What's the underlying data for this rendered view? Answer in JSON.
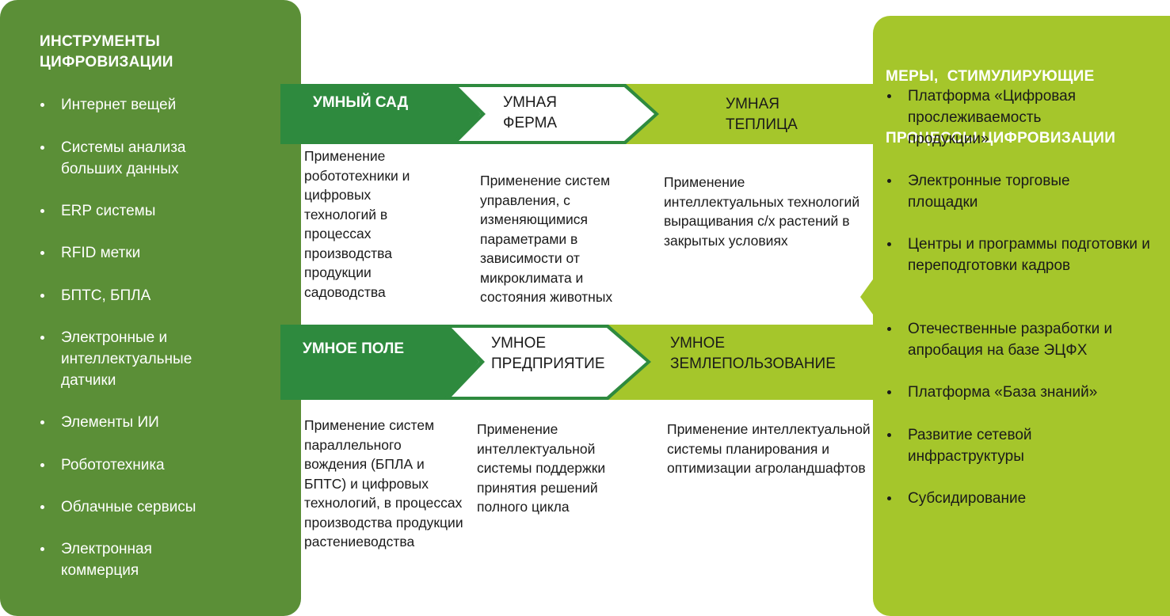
{
  "colors": {
    "dark_green": "#5b8f37",
    "mid_green": "#2e8a3e",
    "light_green": "#a5c62b",
    "white": "#ffffff"
  },
  "left_panel": {
    "title_line1": "ИНСТРУМЕНТЫ",
    "title_line2": "ЦИФРОВИЗАЦИИ",
    "items": [
      "Интернет вещей",
      "Системы анализа больших данных",
      "ERP системы",
      "RFID метки",
      "БПТС, БПЛА",
      "Электронные и интеллектуальные датчики",
      "Элементы ИИ",
      "Робототехника",
      "Облачные сервисы",
      "Электронная коммерция"
    ]
  },
  "right_panel": {
    "title_line1": "МЕРЫ,  СТИМУЛИРУЮЩИЕ",
    "title_line2": "ПРОЦЕССЫ ЦИФРОВИЗАЦИИ",
    "items": [
      "Платформа «Цифровая прослеживаемость продукции»",
      "Электронные торговые площадки",
      "Центры и программы подготовки и переподготовки кадров",
      "Отечественные разработки и апробация на базе ЭЦФХ",
      "Платформа «База знаний»",
      "Развитие сетевой инфраструктуры",
      "Субсидирование"
    ]
  },
  "row1": {
    "stage1": "УМНЫЙ САД",
    "stage2_line1": "УМНАЯ",
    "stage2_line2": "ФЕРМА",
    "stage3_line1": "УМНАЯ",
    "stage3_line2": "ТЕПЛИЦА",
    "desc1": "Применение робототехники и цифровых  технологий в процессах производства продукции садоводства",
    "desc2": "Применение систем управления, с изменяющимися параметрами в зависимости от микроклимата и состояния животных",
    "desc3": "Применение интеллектуальных технологий выращивания с/х растений в закрытых условиях"
  },
  "row2": {
    "stage1": "УМНОЕ ПОЛЕ",
    "stage2_line1": "УМНОЕ",
    "stage2_line2": "ПРЕДПРИЯТИЕ",
    "stage3_line1": "УМНОЕ",
    "stage3_line2": "ЗЕМЛЕПОЛЬЗОВАНИЕ",
    "desc1": "Применение систем параллельного вождения (БПЛА и БПТС) и цифровых технологий, в процессах производства продукции растениеводства",
    "desc2": "Применение интеллектуальной системы поддержки принятия решений полного цикла",
    "desc3": "Применение интеллектуальной системы планирования и оптимизации агроландшафтов"
  }
}
